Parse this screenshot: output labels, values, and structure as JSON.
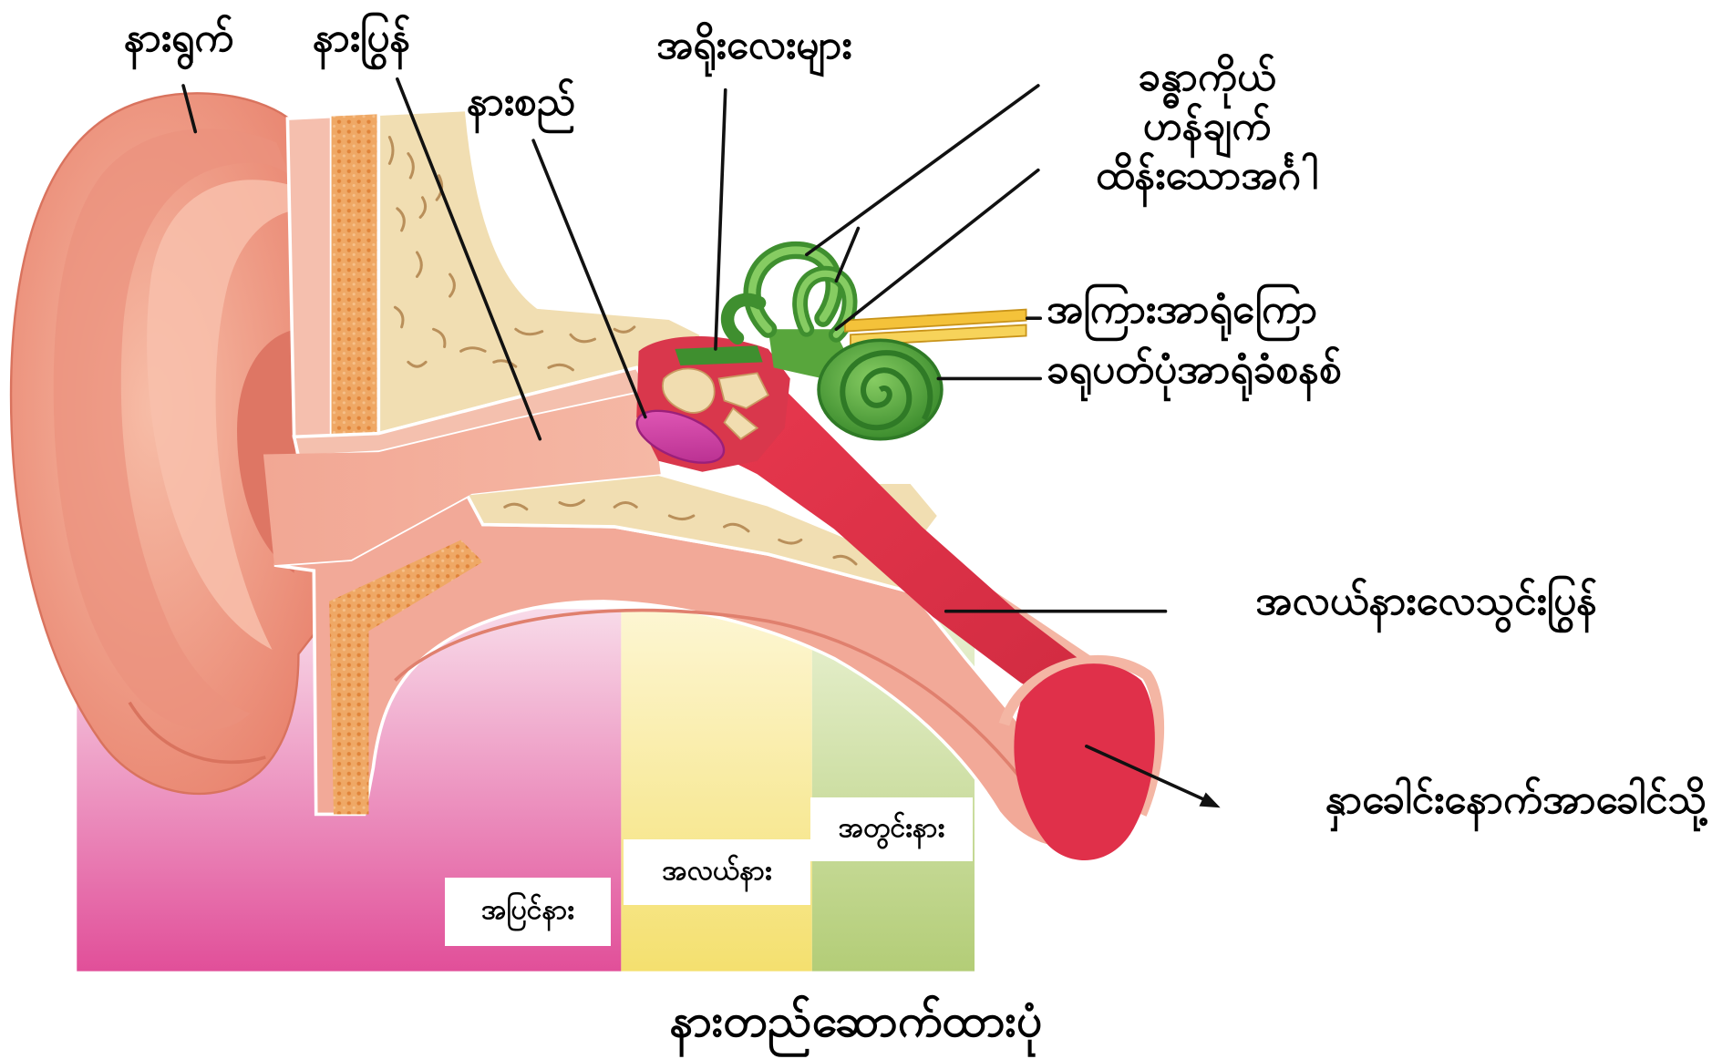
{
  "diagram": {
    "title": "နားတည်ဆောက်ထားပုံ",
    "labels": {
      "auricle": "နားရွက်",
      "ear_canal": "နားပြွန်",
      "eardrum": "နားစည်",
      "ossicles": "အရိုးလေးများ",
      "balance_organ": [
        "ခန္ဓာကိုယ်",
        "ဟန်ချက်",
        "ထိန်းသောအင်္ဂါ"
      ],
      "auditory_nerve": "အကြားအာရုံကြော",
      "cochlea": "ခရုပတ်ပုံအာရုံခံစနစ်",
      "eustachian_tube": "အလယ်နားလေသွင်းပြွန်",
      "to_nasopharynx": "နှာခေါင်းနောက်အာခေါင်သို့"
    },
    "regions": {
      "outer_ear": {
        "label": "အပြင်နား",
        "color": "#e2559c"
      },
      "middle_ear": {
        "label": "အလယ်နား",
        "color": "#f4e27a"
      },
      "inner_ear": {
        "label": "အတွင်းနား",
        "color": "#b6cf7a"
      }
    }
  }
}
